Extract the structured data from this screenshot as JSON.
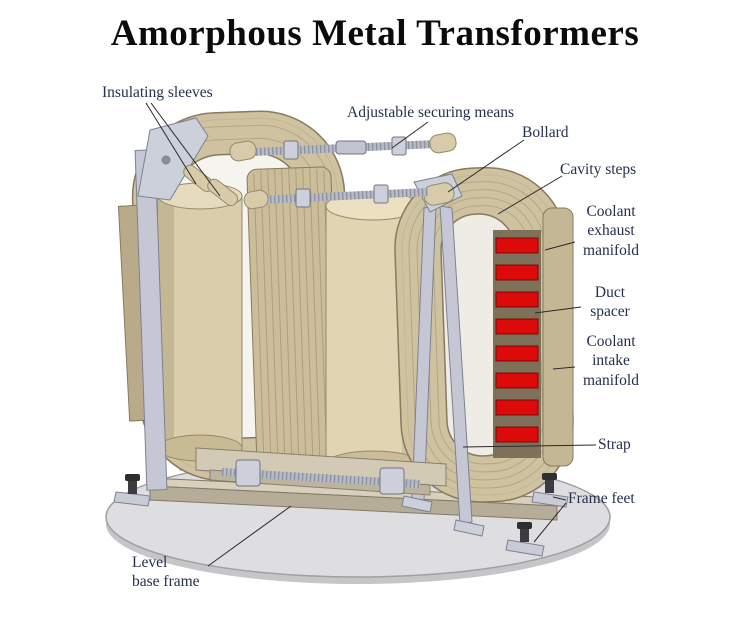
{
  "title": "Amorphous Metal Transformers",
  "labels": {
    "insulating_sleeves": "Insulating sleeves",
    "adjustable_securing_means": "Adjustable securing means",
    "bollard": "Bollard",
    "cavity_steps": "Cavity steps",
    "coolant_exhaust_manifold": "Coolant\nexhaust\nmanifold",
    "duct_spacer": "Duct\nspacer",
    "coolant_intake_manifold": "Coolant\nintake\nmanifold",
    "strap": "Strap",
    "frame_feet": "Frame feet",
    "level_base_frame": "Level\nbase frame"
  },
  "colors": {
    "label_ink": "#25304f",
    "title_ink": "#0b0b0c",
    "core_beige": "#cfc2a0",
    "coil_tan": "#ddd1af",
    "frame_gray": "#c5c8d4",
    "duct_spacer_red": "#dd0a0a",
    "base_plate_gray": "#dedee0"
  }
}
